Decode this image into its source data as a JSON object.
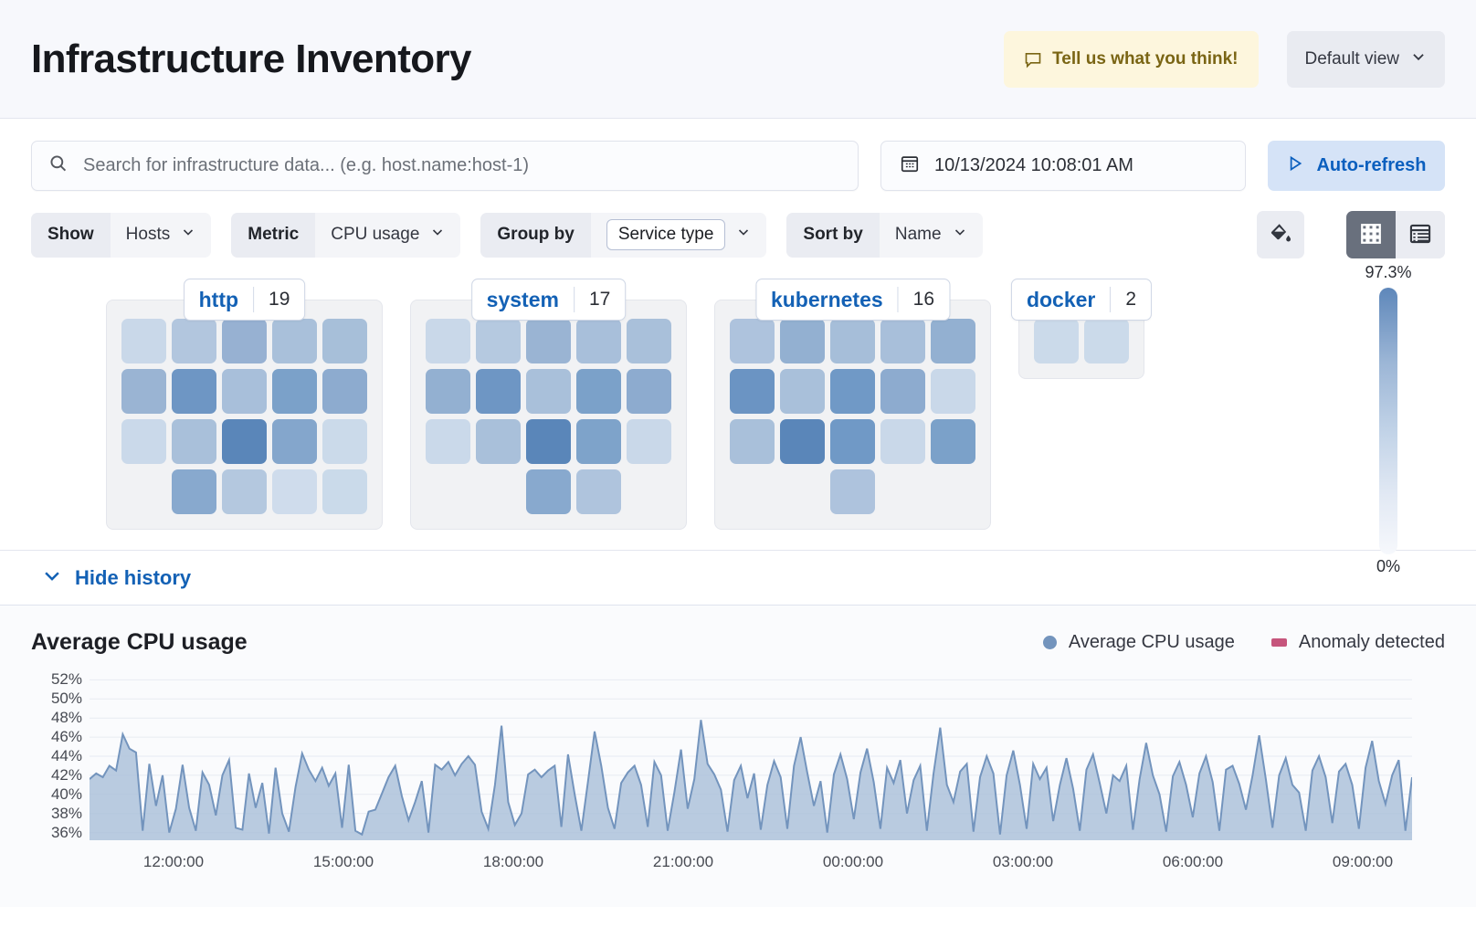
{
  "header": {
    "title": "Infrastructure Inventory",
    "feedback_label": "Tell us what you think!",
    "feedback_icon": "comment-icon",
    "view_label": "Default view",
    "view_icon": "chevron-down-icon"
  },
  "search": {
    "placeholder": "Search for infrastructure data... (e.g. host.name:host-1)",
    "value": "",
    "icon": "search-icon"
  },
  "datepicker": {
    "value": "10/13/2024 10:08:01 AM",
    "icon": "calendar-icon"
  },
  "autorefresh": {
    "label": "Auto-refresh",
    "icon": "play-icon"
  },
  "controls": [
    {
      "label": "Show",
      "value": "Hosts",
      "boxed": false,
      "icon": "chevron-down-icon"
    },
    {
      "label": "Metric",
      "value": "CPU usage",
      "boxed": false,
      "icon": "chevron-down-icon"
    },
    {
      "label": "Group by",
      "value": "Service type",
      "boxed": true,
      "icon": "chevron-down-icon"
    },
    {
      "label": "Sort by",
      "value": "Name",
      "boxed": false,
      "icon": "chevron-down-icon"
    }
  ],
  "toolbar": {
    "palette_icon": "color-fill-icon",
    "waffle_icon": "grid-view-icon",
    "table_icon": "table-view-icon",
    "active_view": "grid"
  },
  "legend": {
    "max_label": "97.3%",
    "min_label": "0%",
    "color_top": "#5e87ba",
    "color_bottom": "#f6f8fc"
  },
  "waffle_groups": [
    {
      "name": "http",
      "count": "19",
      "cells": [
        "#c9d8e9",
        "#b2c6de",
        "#97b1d2",
        "#a9c0da",
        "#a7bfd9",
        "#9ab4d3",
        "#6e96c4",
        "#a8bfda",
        "#7ba1c9",
        "#8dabcf",
        "#cad9ea",
        "#a9c0da",
        "#5a86b9",
        "#84a6cc",
        "#cbdaea",
        null,
        "#88a9ce",
        "#b4c8df",
        "#cfdcec",
        "#cadaea"
      ]
    },
    {
      "name": "system",
      "count": "17",
      "cells": [
        "#c9d8e9",
        "#b5c9e0",
        "#9ab4d3",
        "#a8bfda",
        "#a9c0da",
        "#93b0d1",
        "#6e96c4",
        "#a9c0da",
        "#7ba1c9",
        "#8dabcf",
        "#cad9ea",
        "#a9c0da",
        "#5a86b9",
        "#7ea3ca",
        "#c9d8e9",
        null,
        null,
        "#88a9ce",
        "#afc4dd",
        null
      ]
    },
    {
      "name": "kubernetes",
      "count": "16",
      "cells": [
        "#aec3dd",
        "#93b0d1",
        "#a6bed9",
        "#a8bfda",
        "#93b0d1",
        "#6b94c3",
        "#a9c0da",
        "#7099c6",
        "#8dabcf",
        "#c9d8e9",
        "#a9c0da",
        "#5a86b9",
        "#7099c6",
        "#c9d8e9",
        "#7ba1c9",
        null,
        null,
        "#aec3dd",
        null,
        null
      ]
    },
    {
      "name": "docker",
      "count": "2",
      "cells": [
        "#cbdaea",
        "#cbdaea"
      ]
    }
  ],
  "history": {
    "toggle_label": "Hide history",
    "toggle_icon": "chevron-down-icon"
  },
  "chart_data": {
    "type": "area",
    "title": "Average CPU usage",
    "xlabel": "",
    "ylabel": "",
    "grid": true,
    "legend_position": "top-right",
    "legend": [
      {
        "name": "Average CPU usage",
        "color": "#7394bd",
        "marker": "dot"
      },
      {
        "name": "Anomaly detected",
        "color": "#c6557c",
        "marker": "square"
      }
    ],
    "ytick_labels": [
      "52%",
      "50%",
      "48%",
      "46%",
      "44%",
      "42%",
      "40%",
      "38%",
      "36%"
    ],
    "ylim": [
      35,
      53
    ],
    "xtick_labels": [
      "12:00:00",
      "15:00:00",
      "18:00:00",
      "21:00:00",
      "00:00:00",
      "03:00:00",
      "06:00:00",
      "09:00:00"
    ],
    "series": [
      {
        "name": "Average CPU usage",
        "color": "#7394bd",
        "fill": "#adc2da",
        "values": [
          41.6,
          42.2,
          41.8,
          43.0,
          42.5,
          46.3,
          44.8,
          44.4,
          36.2,
          43.2,
          38.8,
          42.0,
          36.0,
          38.5,
          43.1,
          38.6,
          36.2,
          42.3,
          41.0,
          37.8,
          42.0,
          43.6,
          36.5,
          36.3,
          42.2,
          38.6,
          41.2,
          35.9,
          42.8,
          38.0,
          36.1,
          40.8,
          44.3,
          42.6,
          41.4,
          42.8,
          40.9,
          42.2,
          36.5,
          43.1,
          36.2,
          35.8,
          38.2,
          38.4,
          40.1,
          41.8,
          43.0,
          39.8,
          37.3,
          39.2,
          41.4,
          36.0,
          43.1,
          42.6,
          43.4,
          42.0,
          43.2,
          44.0,
          43.1,
          38.2,
          36.4,
          41.0,
          47.2,
          39.2,
          36.8,
          38.0,
          42.1,
          42.6,
          41.8,
          42.5,
          43.0,
          36.6,
          44.2,
          40.0,
          36.2,
          41.3,
          46.6,
          43.0,
          38.6,
          36.4,
          41.2,
          42.3,
          43.0,
          41.0,
          36.6,
          43.4,
          42.0,
          36.2,
          40.2,
          44.7,
          38.5,
          41.6,
          47.8,
          43.2,
          42.1,
          40.5,
          36.1,
          41.5,
          43.0,
          39.6,
          42.2,
          36.3,
          41.0,
          43.5,
          41.8,
          36.4,
          43.0,
          46.0,
          42.3,
          38.8,
          41.4,
          36.0,
          42.1,
          44.2,
          41.6,
          37.4,
          42.3,
          44.8,
          41.3,
          36.4,
          42.8,
          41.2,
          43.6,
          38.0,
          41.5,
          43.0,
          36.2,
          42.2,
          47.0,
          41.0,
          39.2,
          42.4,
          43.2,
          36.1,
          41.8,
          44.0,
          42.2,
          35.8,
          42.0,
          44.6,
          41.0,
          36.4,
          43.2,
          41.6,
          42.8,
          37.2,
          41.0,
          43.8,
          40.6,
          36.2,
          42.6,
          44.2,
          41.2,
          38.0,
          42.0,
          41.4,
          43.0,
          36.3,
          41.6,
          45.4,
          42.0,
          40.0,
          36.1,
          41.9,
          43.4,
          41.0,
          37.6,
          42.2,
          44.0,
          41.3,
          36.2,
          42.6,
          43.0,
          41.1,
          38.4,
          42.0,
          46.2,
          41.6,
          36.5,
          42.0,
          43.8,
          41.0,
          40.2,
          36.2,
          42.5,
          44.0,
          41.8,
          37.0,
          42.4,
          43.2,
          41.0,
          36.4,
          42.8,
          45.6,
          41.4,
          39.0,
          42.0,
          43.6,
          36.2,
          41.8
        ]
      }
    ]
  }
}
